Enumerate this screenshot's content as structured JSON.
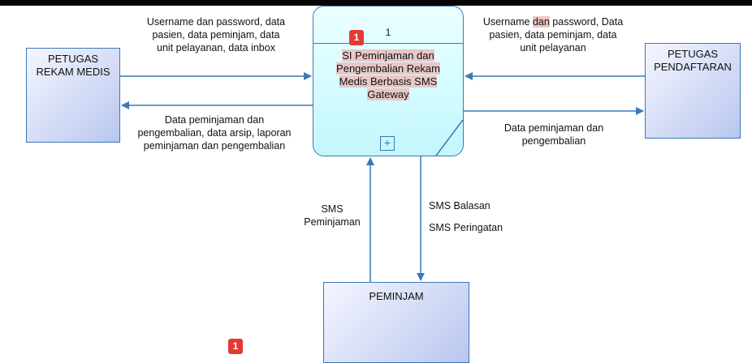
{
  "process": {
    "id": "1",
    "name": [
      "SI Peminjaman dan",
      "Pengembalian Rekam",
      "Medis Berbasis SMS",
      "Gateway"
    ]
  },
  "entities": {
    "rekam_medis": "PETUGAS\nREKAM MEDIS",
    "pendaftaran": "PETUGAS\nPENDAFTARAN",
    "peminjam": "PEMINJAM"
  },
  "flows": {
    "rekam_in": "Username dan password, data\npasien, data peminjam, data\nunit pelayanan, data inbox",
    "rekam_out": "Data peminjaman dan\npengembalian, data arsip, laporan\npeminjaman dan pengembalian",
    "daftar_in_prefix": "Username ",
    "daftar_in_highlight": "dan",
    "daftar_in_suffix": " password, Data\npasien, data peminjam, data\nunit pelayanan",
    "daftar_out": "Data peminjaman dan\npengembalian",
    "sms_in": "SMS\nPeminjaman",
    "sms_out_1": "SMS Balasan",
    "sms_out_2": "SMS Peringatan"
  },
  "badges": {
    "process_badge": "1",
    "bottom_badge": "1"
  },
  "colors": {
    "stroke": "#3b78b8",
    "badge": "#e53935",
    "highlight": "#f1c6c3"
  }
}
